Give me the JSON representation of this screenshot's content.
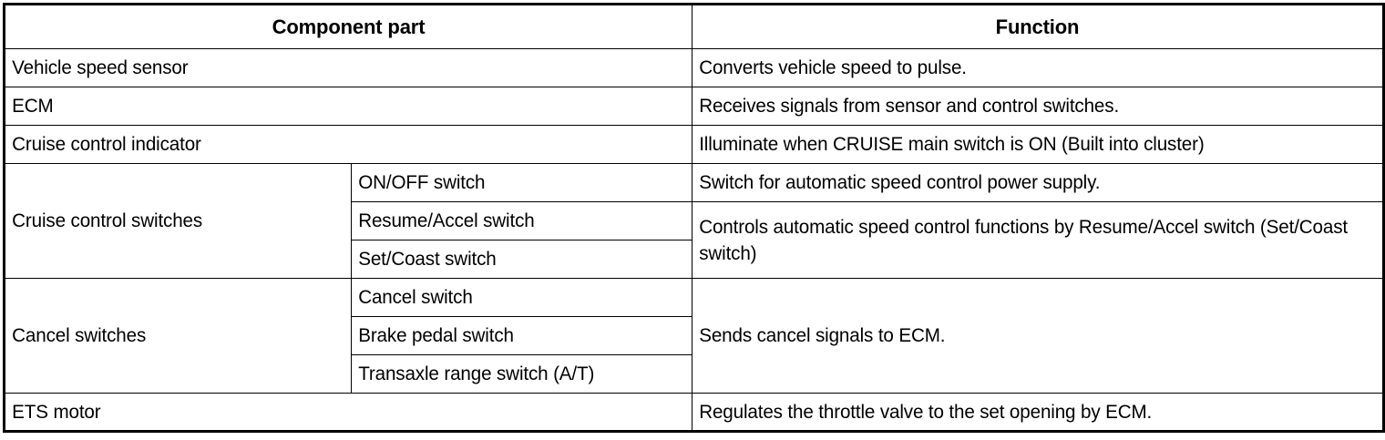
{
  "table": {
    "headers": {
      "component_part": "Component part",
      "function": "Function"
    },
    "rows": [
      {
        "part": "Vehicle speed sensor",
        "sub": null,
        "function": "Converts vehicle speed to pulse."
      },
      {
        "part": "ECM",
        "sub": null,
        "function": "Receives signals from sensor and control switches."
      },
      {
        "part": "Cruise control indicator",
        "sub": null,
        "function": "Illuminate when CRUISE main switch is ON (Built into cluster)"
      },
      {
        "part": "Cruise control switches",
        "sub": "ON/OFF switch",
        "function": "Switch for automatic speed control power supply."
      },
      {
        "part": null,
        "sub": "Resume/Accel switch",
        "function": "Controls automatic speed control functions by Resume/Accel switch (Set/Coast switch)"
      },
      {
        "part": null,
        "sub": "Set/Coast switch",
        "function": null
      },
      {
        "part": "Cancel switches",
        "sub": "Cancel switch",
        "function": "Sends cancel signals to ECM."
      },
      {
        "part": null,
        "sub": "Brake pedal switch",
        "function": null
      },
      {
        "part": null,
        "sub": "Transaxle range switch (A/T)",
        "function": null
      },
      {
        "part": "ETS motor",
        "sub": null,
        "function": "Regulates the throttle valve to the set opening by ECM."
      }
    ]
  }
}
